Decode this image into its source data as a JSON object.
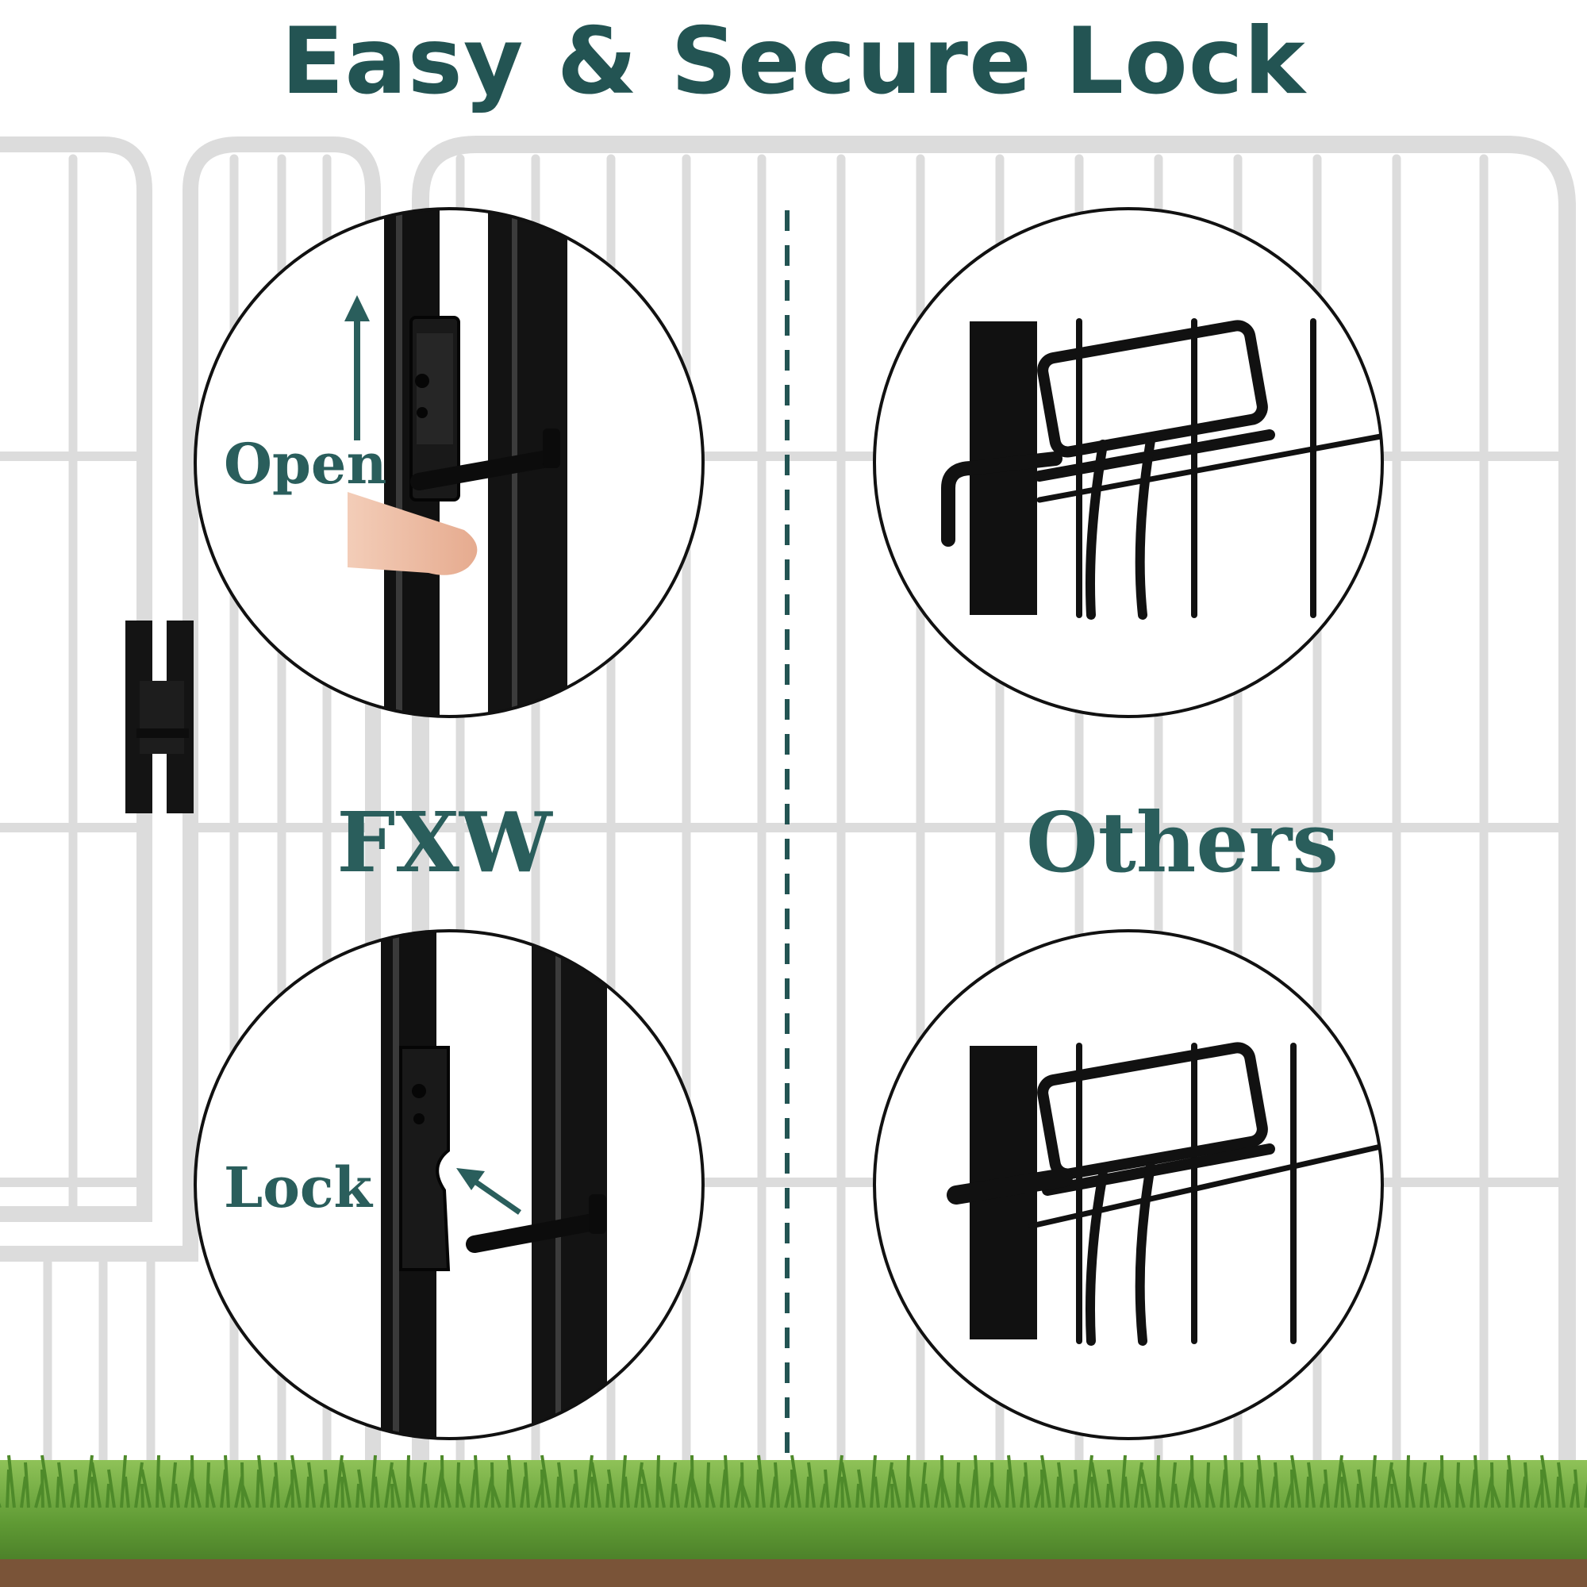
{
  "title": "Easy & Secure Lock",
  "comparison": {
    "left_label": "FXW",
    "right_label": "Others"
  },
  "callouts": {
    "open": "Open",
    "lock": "Lock"
  },
  "colors": {
    "accent": "#235453",
    "fence": "#dcdcdc",
    "metal": "#141414",
    "grass": "#5f9a34",
    "soil": "#7a5438"
  }
}
